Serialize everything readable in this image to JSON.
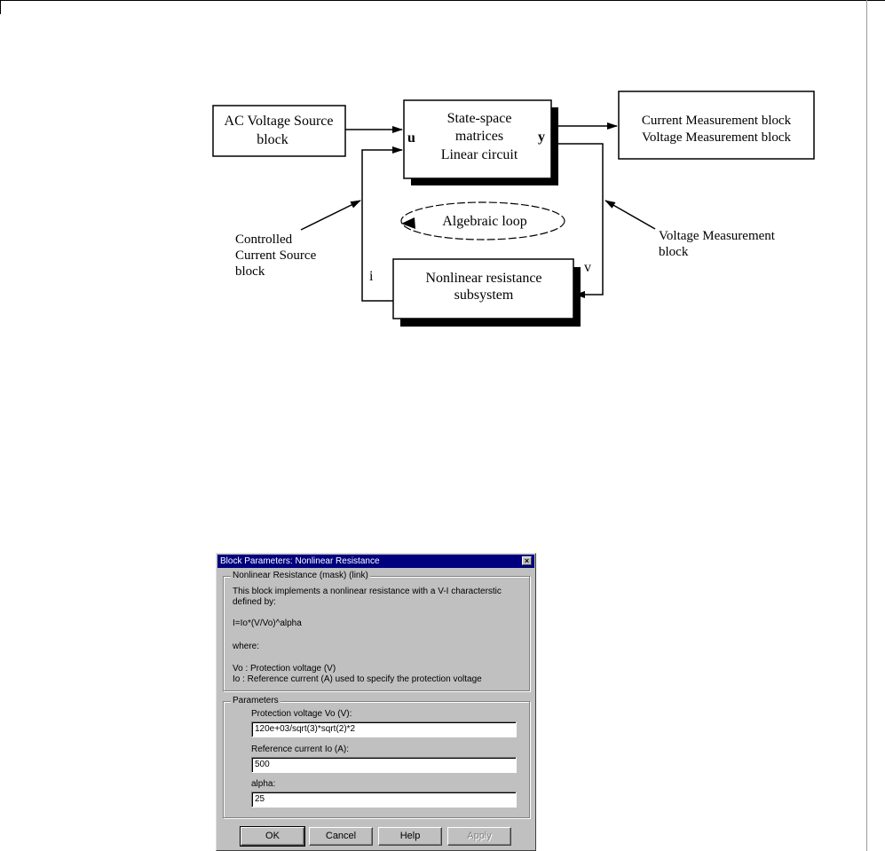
{
  "diagram": {
    "ac_source": [
      "AC Voltage Source",
      "block"
    ],
    "state_space": [
      "State-space",
      "matrices",
      "Linear circuit"
    ],
    "port_u": "u",
    "port_y": "y",
    "measurement": [
      "Current Measurement block",
      "Voltage Measurement block"
    ],
    "algebraic_loop": "Algebraic loop",
    "controlled_source": [
      "Controlled",
      "Current Source",
      "block"
    ],
    "voltage_measurement": [
      "Voltage Measurement",
      "block"
    ],
    "nonlinear": [
      "Nonlinear resistance",
      "subsystem"
    ],
    "port_i": "i",
    "port_v": "v"
  },
  "dialog": {
    "title": "Block Parameters: Nonlinear Resistance",
    "close_glyph": "×",
    "mask_group": "Nonlinear Resistance (mask) (link)",
    "description": [
      "This block implements a nonlinear resistance with  a V-I characterstic",
      "defined by:",
      "I=Io*(V/Vo)^alpha",
      "where:",
      "Vo : Protection voltage (V)",
      "Io : Reference current (A) used to specify the protection voltage"
    ],
    "params_group": "Parameters",
    "fields": [
      {
        "label": "Protection voltage Vo (V):",
        "value": "120e+03/sqrt(3)*sqrt(2)*2"
      },
      {
        "label": "Reference current Io (A):",
        "value": "500"
      },
      {
        "label": "alpha:",
        "value": "25"
      }
    ],
    "buttons": {
      "ok": "OK",
      "cancel": "Cancel",
      "help": "Help",
      "apply": "Apply"
    }
  }
}
